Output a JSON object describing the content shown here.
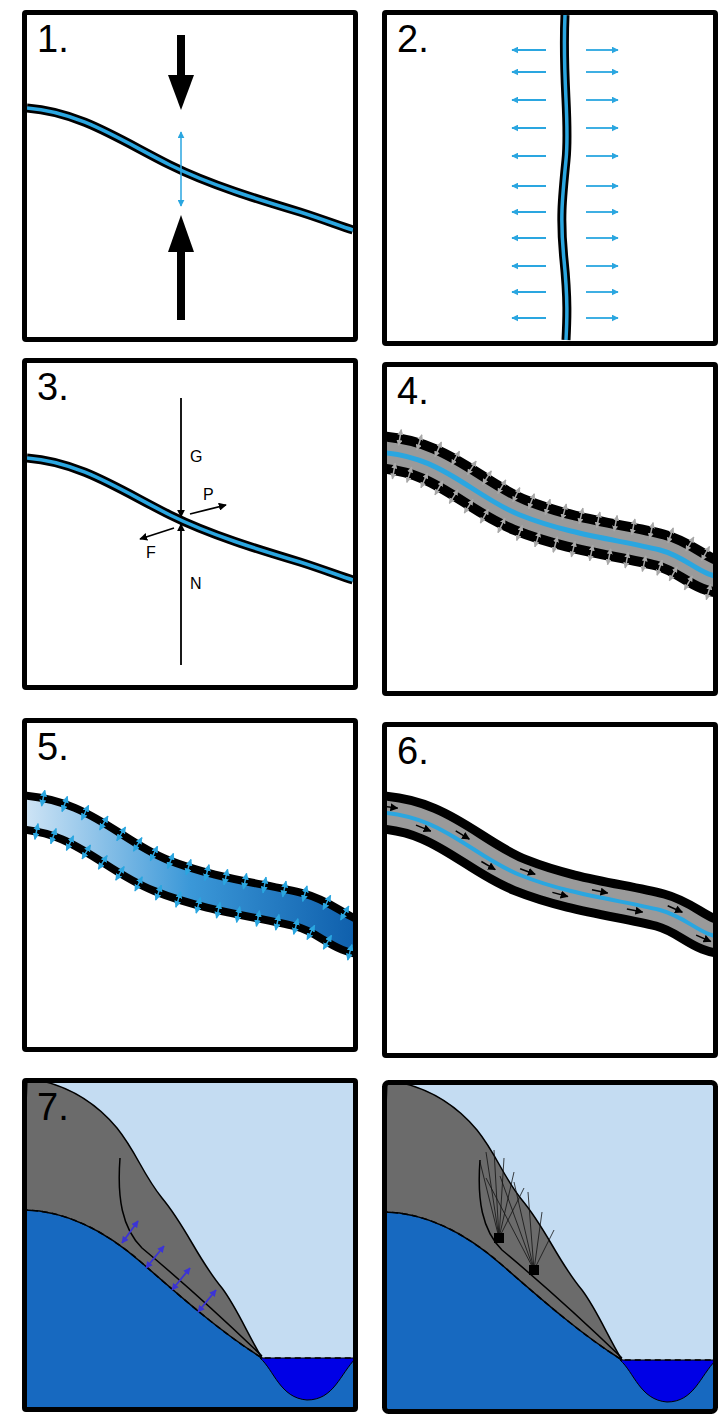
{
  "diagram": {
    "nodes": [
      {
        "text": [
          "1."
        ]
      },
      {
        "text": [
          "2."
        ]
      },
      {
        "text": [
          "3."
        ]
      },
      {
        "text": [
          "4."
        ]
      },
      {
        "text": [
          "5."
        ]
      },
      {
        "text": [
          "6."
        ]
      },
      {
        "text": [
          "7."
        ]
      }
    ],
    "labels": [
      "G",
      "P",
      "F",
      "N"
    ]
  }
}
